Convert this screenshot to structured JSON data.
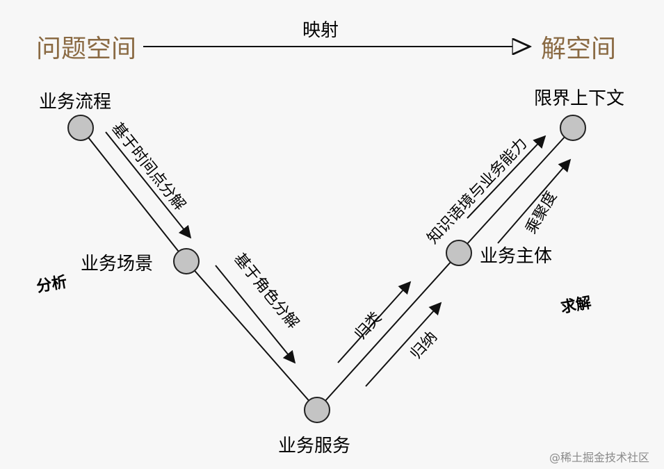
{
  "header": {
    "problem_space": "问题空间",
    "mapping": "映射",
    "solution_space": "解空间"
  },
  "nodes": {
    "business_process": "业务流程",
    "business_scenario": "业务场景",
    "business_service": "业务服务",
    "business_subject": "业务主体",
    "bounded_context": "限界上下文"
  },
  "edges": {
    "time_point_decompose": "基于时间点分解",
    "role_decompose": "基于角色分解",
    "classify": "归类",
    "induce": "归纳",
    "knowledge_context": "知识语境与业务能力",
    "cohesion": "乘聚度"
  },
  "side_labels": {
    "analysis": "分析",
    "solving": "求解"
  },
  "watermark": "@稀土掘金技术社区",
  "colors": {
    "space_label": "#8a6a43",
    "node_fill": "#c4c4c4",
    "line": "#111111",
    "background": "#f7f7f7"
  }
}
